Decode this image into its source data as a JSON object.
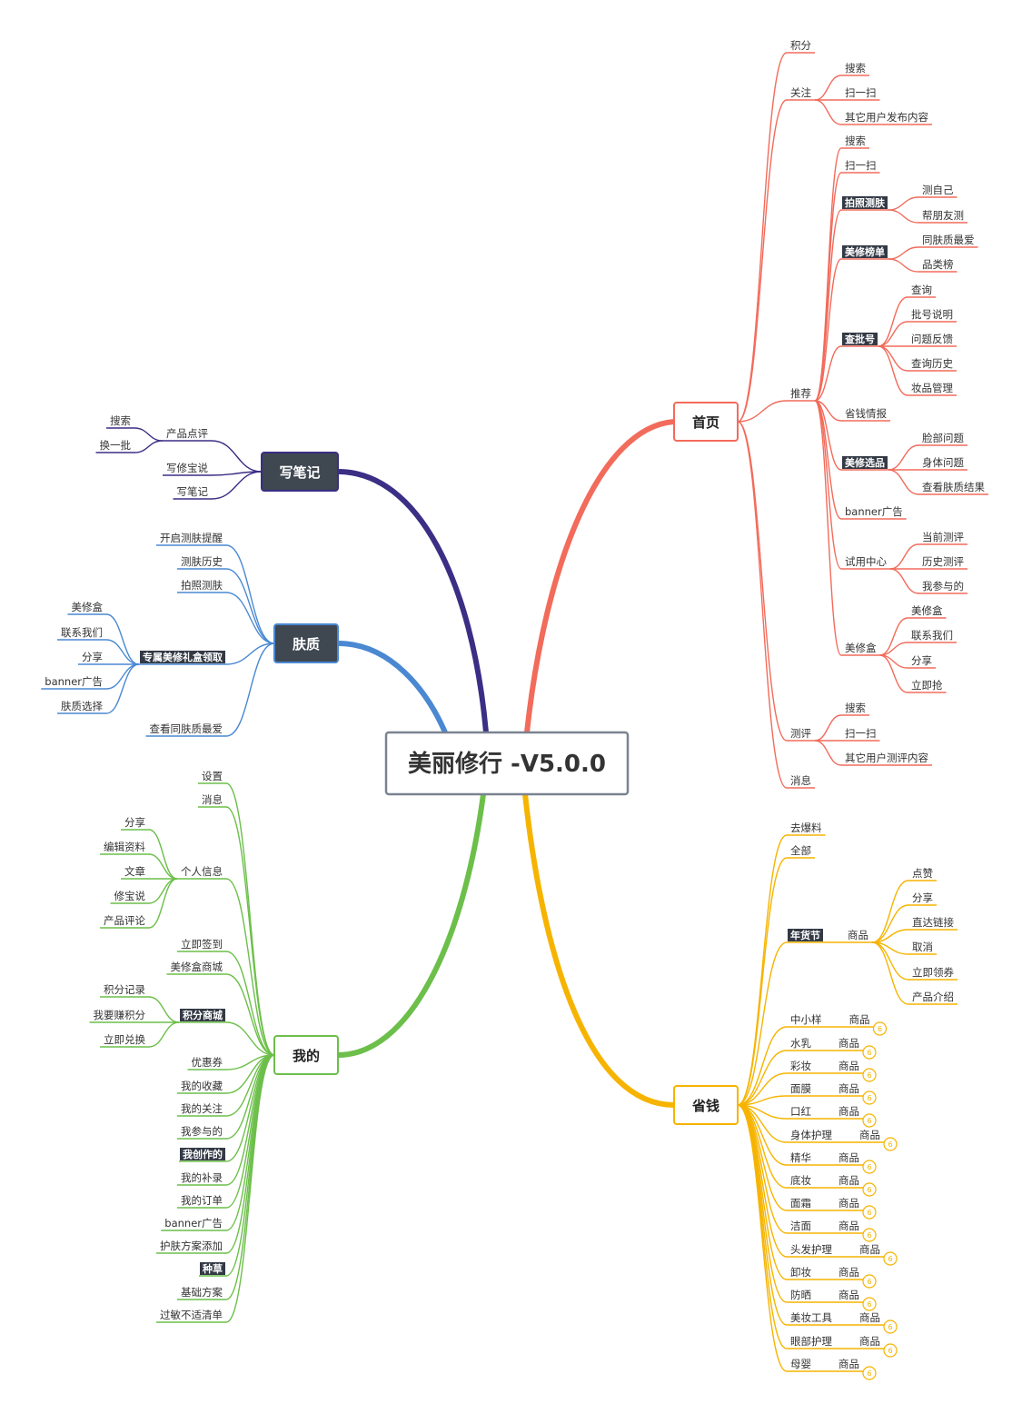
{
  "root": {
    "title": "美丽修行 -V5.0.0",
    "color": "#7a8390"
  },
  "colors": {
    "home": "#f26b5b",
    "save": "#f6b400",
    "mine": "#6cbf4a",
    "skin": "#4a88d2",
    "note": "#3a2e85",
    "highlight_bg": "#333a45"
  },
  "branches": {
    "home": {
      "title": "首页",
      "children": [
        {
          "label": "积分"
        },
        {
          "label": "关注",
          "children": [
            {
              "label": "搜索"
            },
            {
              "label": "扫一扫"
            },
            {
              "label": "其它用户发布内容"
            }
          ]
        },
        {
          "label": "推荐",
          "children": [
            {
              "label": "搜索"
            },
            {
              "label": "扫一扫"
            },
            {
              "label": "拍照测肤",
              "highlight": true,
              "children": [
                {
                  "label": "测自己"
                },
                {
                  "label": "帮朋友测"
                }
              ]
            },
            {
              "label": "美修榜单",
              "highlight": true,
              "children": [
                {
                  "label": "同肤质最爱"
                },
                {
                  "label": "品类榜"
                }
              ]
            },
            {
              "label": "查批号",
              "highlight": true,
              "children": [
                {
                  "label": "查询"
                },
                {
                  "label": "批号说明"
                },
                {
                  "label": "问题反馈"
                },
                {
                  "label": "查询历史"
                },
                {
                  "label": "妆品管理"
                }
              ]
            },
            {
              "label": "省钱情报"
            },
            {
              "label": "美修选品",
              "highlight": true,
              "children": [
                {
                  "label": "脸部问题"
                },
                {
                  "label": "身体问题"
                },
                {
                  "label": "查看肤质结果"
                }
              ]
            },
            {
              "label": "banner广告"
            },
            {
              "label": "试用中心",
              "children": [
                {
                  "label": "当前测评"
                },
                {
                  "label": "历史测评"
                },
                {
                  "label": "我参与的"
                }
              ]
            },
            {
              "label": "美修盒",
              "children": [
                {
                  "label": "美修盒"
                },
                {
                  "label": "联系我们"
                },
                {
                  "label": "分享"
                },
                {
                  "label": "立即抢"
                }
              ]
            }
          ]
        },
        {
          "label": "测评",
          "children": [
            {
              "label": "搜索"
            },
            {
              "label": "扫一扫"
            },
            {
              "label": "其它用户测评内容"
            }
          ]
        },
        {
          "label": "消息"
        }
      ]
    },
    "save": {
      "title": "省钱",
      "children": [
        {
          "label": "去爆料"
        },
        {
          "label": "全部"
        },
        {
          "label": "年货节",
          "highlight": true,
          "children": [
            {
              "label": "商品",
              "children": [
                {
                  "label": "点赞"
                },
                {
                  "label": "分享"
                },
                {
                  "label": "直达链接"
                },
                {
                  "label": "取消"
                },
                {
                  "label": "立即领券"
                },
                {
                  "label": "产品介绍"
                }
              ]
            }
          ]
        },
        {
          "label": "中小样",
          "children": [
            {
              "label": "商品",
              "count": "6"
            }
          ]
        },
        {
          "label": "水乳",
          "children": [
            {
              "label": "商品",
              "count": "6"
            }
          ]
        },
        {
          "label": "彩妆",
          "children": [
            {
              "label": "商品",
              "count": "6"
            }
          ]
        },
        {
          "label": "面膜",
          "children": [
            {
              "label": "商品",
              "count": "6"
            }
          ]
        },
        {
          "label": "口红",
          "children": [
            {
              "label": "商品",
              "count": "6"
            }
          ]
        },
        {
          "label": "身体护理",
          "children": [
            {
              "label": "商品",
              "count": "6"
            }
          ]
        },
        {
          "label": "精华",
          "children": [
            {
              "label": "商品",
              "count": "6"
            }
          ]
        },
        {
          "label": "底妆",
          "children": [
            {
              "label": "商品",
              "count": "6"
            }
          ]
        },
        {
          "label": "面霜",
          "children": [
            {
              "label": "商品",
              "count": "6"
            }
          ]
        },
        {
          "label": "洁面",
          "children": [
            {
              "label": "商品",
              "count": "6"
            }
          ]
        },
        {
          "label": "头发护理",
          "children": [
            {
              "label": "商品",
              "count": "6"
            }
          ]
        },
        {
          "label": "卸妆",
          "children": [
            {
              "label": "商品",
              "count": "6"
            }
          ]
        },
        {
          "label": "防晒",
          "children": [
            {
              "label": "商品",
              "count": "6"
            }
          ]
        },
        {
          "label": "美妆工具",
          "children": [
            {
              "label": "商品",
              "count": "6"
            }
          ]
        },
        {
          "label": "眼部护理",
          "children": [
            {
              "label": "商品",
              "count": "6"
            }
          ]
        },
        {
          "label": "母婴",
          "children": [
            {
              "label": "商品",
              "count": "6"
            }
          ]
        }
      ]
    },
    "note": {
      "title": "写笔记",
      "children": [
        {
          "label": "产品点评",
          "children": [
            {
              "label": "搜索"
            },
            {
              "label": "换一批"
            }
          ]
        },
        {
          "label": "写修宝说"
        },
        {
          "label": "写笔记"
        }
      ]
    },
    "skin": {
      "title": "肤质",
      "children": [
        {
          "label": "开启测肤提醒"
        },
        {
          "label": "测肤历史"
        },
        {
          "label": "拍照测肤"
        },
        {
          "label": "专属美修礼盒领取",
          "highlight": true,
          "children": [
            {
              "label": "美修盒"
            },
            {
              "label": "联系我们"
            },
            {
              "label": "分享"
            },
            {
              "label": "banner广告"
            },
            {
              "label": "肤质选择"
            }
          ]
        },
        {
          "label": "查看同肤质最爱"
        }
      ]
    },
    "mine": {
      "title": "我的",
      "children": [
        {
          "label": "设置"
        },
        {
          "label": "消息"
        },
        {
          "label": "个人信息",
          "children": [
            {
              "label": "分享"
            },
            {
              "label": "编辑资料"
            },
            {
              "label": "文章"
            },
            {
              "label": "修宝说"
            },
            {
              "label": "产品评论"
            }
          ]
        },
        {
          "label": "立即签到"
        },
        {
          "label": "美修盒商城"
        },
        {
          "label": "积分商城",
          "highlight": true,
          "children": [
            {
              "label": "积分记录"
            },
            {
              "label": "我要赚积分"
            },
            {
              "label": "立即兑换"
            }
          ]
        },
        {
          "label": "优惠券"
        },
        {
          "label": "我的收藏"
        },
        {
          "label": "我的关注"
        },
        {
          "label": "我参与的"
        },
        {
          "label": "我创作的",
          "highlight": true
        },
        {
          "label": "我的补录"
        },
        {
          "label": "我的订单"
        },
        {
          "label": "banner广告"
        },
        {
          "label": "护肤方案添加"
        },
        {
          "label": "种草",
          "highlight": true
        },
        {
          "label": "基础方案"
        },
        {
          "label": "过敏不适清单"
        }
      ]
    }
  }
}
